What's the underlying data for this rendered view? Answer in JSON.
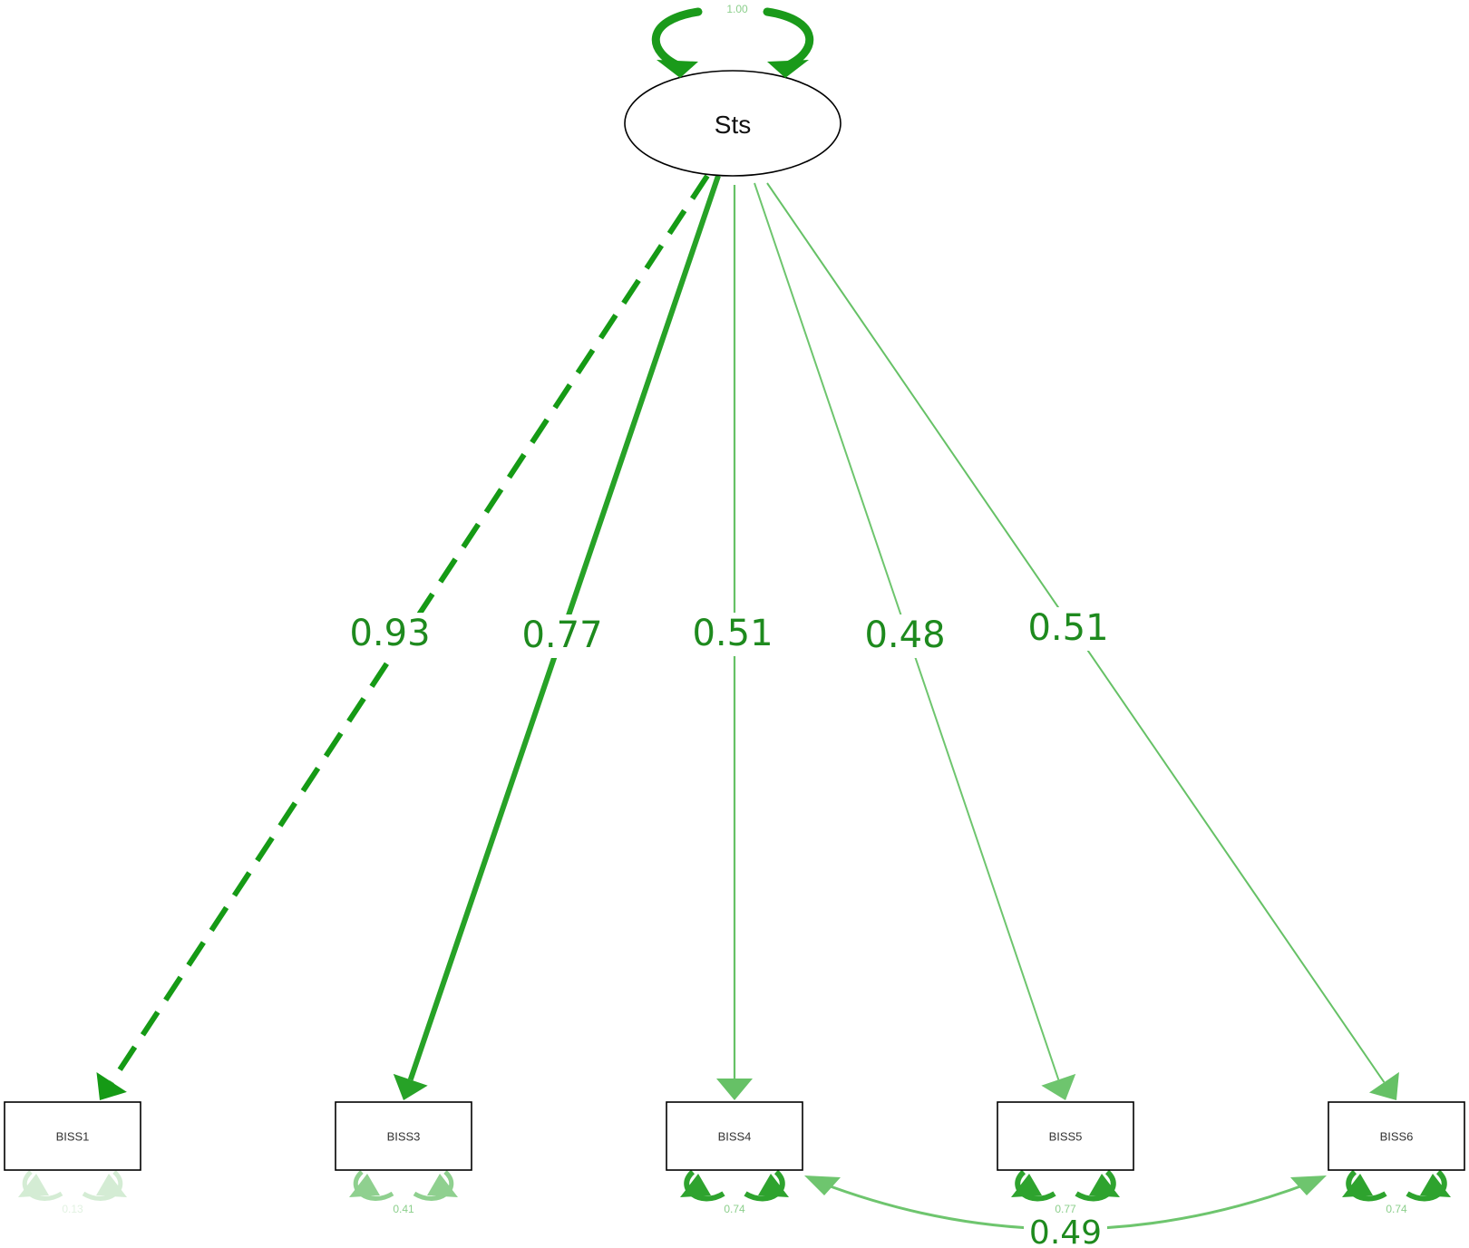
{
  "latent": {
    "label": "Sts",
    "variance": "1.00",
    "variance_color": "#1a9a1a"
  },
  "indicators": [
    {
      "id": "BISS1",
      "label": "BISS1",
      "loading": "0.93",
      "residual": "0.13",
      "line_style": "dashed",
      "color": "#159a15",
      "residual_color": "#d4ecd4"
    },
    {
      "id": "BISS3",
      "label": "BISS3",
      "loading": "0.77",
      "residual": "0.41",
      "line_style": "solid",
      "color": "#27a227",
      "residual_color": "#8fd08f"
    },
    {
      "id": "BISS4",
      "label": "BISS4",
      "loading": "0.51",
      "residual": "0.74",
      "line_style": "solid",
      "color": "#66c166",
      "residual_color": "#2ea32e"
    },
    {
      "id": "BISS5",
      "label": "BISS5",
      "loading": "0.48",
      "residual": "0.77",
      "line_style": "solid",
      "color": "#6ec56e",
      "residual_color": "#2ea32e"
    },
    {
      "id": "BISS6",
      "label": "BISS6",
      "loading": "0.51",
      "residual": "0.74",
      "line_style": "solid",
      "color": "#66c166",
      "residual_color": "#2ea32e"
    }
  ],
  "covariances": [
    {
      "from": "BISS4",
      "to": "BISS6",
      "value": "0.49",
      "color": "#6ec56e"
    }
  ],
  "label_color": "#1e8a1e"
}
